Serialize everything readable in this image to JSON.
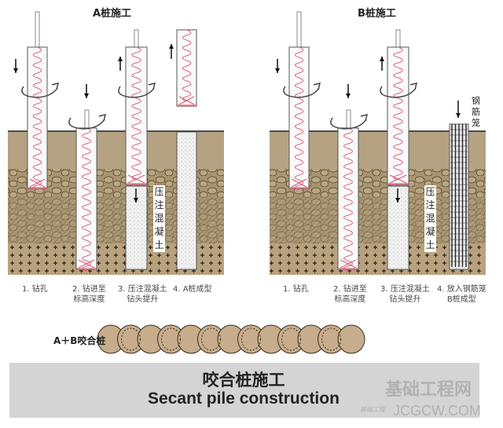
{
  "panel_a": {
    "title": "A桩施工",
    "steps": [
      "1. 钻孔",
      "2. 钻进至\n标高深度",
      "3. 压注混凝土\n钻头提升",
      "4. A桩成型"
    ],
    "concrete_label": "压注混凝土"
  },
  "panel_b": {
    "title": "B桩施工",
    "steps": [
      "1. 钻孔",
      "2. 钻进至\n标高深度",
      "3. 压注混凝土\n钻头提升",
      "4. 放入钢筋笼\nB桩成型"
    ],
    "concrete_label": "压注混凝土",
    "cage_label": "钢筋笼"
  },
  "secant": {
    "label": "A＋B咬合桩",
    "pile_count": 13
  },
  "banner": {
    "title_cn": "咬合桩施工",
    "title_en": "Secant pile construction"
  },
  "watermark": {
    "cn": "基础工程网",
    "en": "JCGCW.COM",
    "script": "基础工程"
  },
  "colors": {
    "soil": "#b5a283",
    "cobble": "#a8956f",
    "auger": "#d9607a",
    "concrete": "#f1f1f1"
  }
}
